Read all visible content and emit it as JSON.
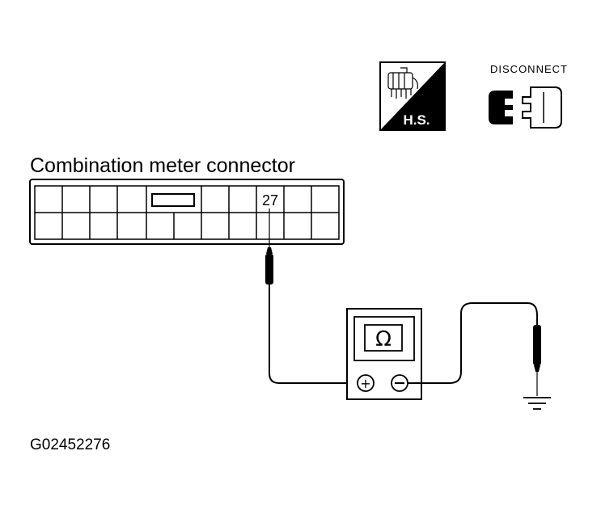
{
  "connector": {
    "title": "Combination meter connector",
    "pin_label": "27"
  },
  "icons": {
    "harness_side_label": "H.S.",
    "disconnect_label": "DISCONNECT"
  },
  "meter": {
    "symbol": "Ω",
    "plus_symbol": "+"
  },
  "figure_id": "G02452276"
}
